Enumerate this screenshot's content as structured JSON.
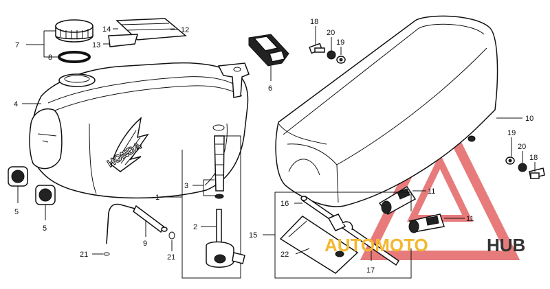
{
  "callouts": [
    {
      "id": "c1",
      "text": "1"
    },
    {
      "id": "c2",
      "text": "2"
    },
    {
      "id": "c3",
      "text": "3"
    },
    {
      "id": "c4",
      "text": "4"
    },
    {
      "id": "c5a",
      "text": "5"
    },
    {
      "id": "c5b",
      "text": "5"
    },
    {
      "id": "c6",
      "text": "6"
    },
    {
      "id": "c7",
      "text": "7"
    },
    {
      "id": "c8",
      "text": "8"
    },
    {
      "id": "c9",
      "text": "9"
    },
    {
      "id": "c10",
      "text": "10"
    },
    {
      "id": "c11a",
      "text": "11"
    },
    {
      "id": "c11b",
      "text": "11"
    },
    {
      "id": "c12",
      "text": "12"
    },
    {
      "id": "c13",
      "text": "13"
    },
    {
      "id": "c14",
      "text": "14"
    },
    {
      "id": "c15",
      "text": "15"
    },
    {
      "id": "c16",
      "text": "16"
    },
    {
      "id": "c17",
      "text": "17"
    },
    {
      "id": "c18a",
      "text": "18"
    },
    {
      "id": "c18b",
      "text": "18"
    },
    {
      "id": "c19a",
      "text": "19"
    },
    {
      "id": "c19b",
      "text": "19"
    },
    {
      "id": "c20a",
      "text": "20"
    },
    {
      "id": "c20b",
      "text": "20"
    },
    {
      "id": "c21a",
      "text": "21"
    },
    {
      "id": "c21b",
      "text": "21"
    },
    {
      "id": "c22",
      "text": "22"
    }
  ],
  "tank_emblem": {
    "text": "HONDA"
  },
  "watermark": {
    "part_a": "AUTOMOTO",
    "part_b": "HUB",
    "color_a": "#f2b830",
    "color_b": "#333333",
    "logo_color": "#e05050"
  }
}
